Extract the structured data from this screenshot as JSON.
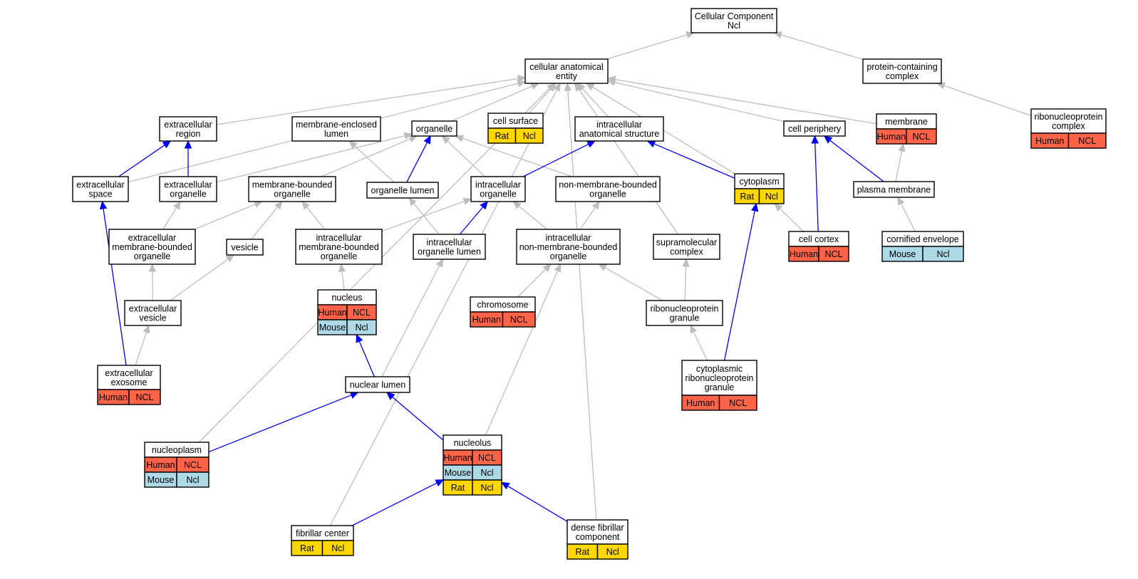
{
  "colors": {
    "human": "#ff6347",
    "mouse": "#add8e6",
    "rat": "#ffd700",
    "edge_is_a": "#bebebe",
    "edge_part_of": "#0000ff"
  },
  "nodes": {
    "cellular_component": {
      "lines": [
        "Cellular Component",
        "Ncl"
      ],
      "badges": []
    },
    "cellular_anatomical_entity": {
      "lines": [
        "cellular anatomical",
        "entity"
      ],
      "badges": []
    },
    "protein_containing_complex": {
      "lines": [
        "protein-containing",
        "complex"
      ],
      "badges": []
    },
    "ribonucleoprotein_complex": {
      "lines": [
        "ribonucleoprotein",
        "complex"
      ],
      "badges": [
        [
          "Human",
          "NCL"
        ]
      ]
    },
    "membrane": {
      "lines": [
        "membrane"
      ],
      "badges": [
        [
          "Human",
          "NCL"
        ]
      ]
    },
    "extracellular_region": {
      "lines": [
        "extracellular",
        "region"
      ],
      "badges": []
    },
    "membrane_enclosed_lumen": {
      "lines": [
        "membrane-enclosed",
        "lumen"
      ],
      "badges": []
    },
    "organelle": {
      "lines": [
        "organelle"
      ],
      "badges": []
    },
    "cell_surface": {
      "lines": [
        "cell surface"
      ],
      "badges": [
        [
          "Rat",
          "Ncl"
        ]
      ]
    },
    "intracellular_anatomical_structure": {
      "lines": [
        "intracellular",
        "anatomical structure"
      ],
      "badges": []
    },
    "cell_periphery": {
      "lines": [
        "cell periphery"
      ],
      "badges": []
    },
    "extracellular_space": {
      "lines": [
        "extracellular",
        "space"
      ],
      "badges": []
    },
    "extracellular_organelle": {
      "lines": [
        "extracellular",
        "organelle"
      ],
      "badges": []
    },
    "membrane_bounded_organelle": {
      "lines": [
        "membrane-bounded",
        "organelle"
      ],
      "badges": []
    },
    "organelle_lumen": {
      "lines": [
        "organelle lumen"
      ],
      "badges": []
    },
    "intracellular_organelle": {
      "lines": [
        "intracellular",
        "organelle"
      ],
      "badges": []
    },
    "non_membrane_bounded_organelle": {
      "lines": [
        "non-membrane-bounded",
        "organelle"
      ],
      "badges": []
    },
    "cytoplasm": {
      "lines": [
        "cytoplasm"
      ],
      "badges": [
        [
          "Rat",
          "Ncl"
        ]
      ]
    },
    "plasma_membrane": {
      "lines": [
        "plasma membrane"
      ],
      "badges": []
    },
    "extracellular_membrane_bounded_organelle": {
      "lines": [
        "extracellular",
        "membrane-bounded",
        "organelle"
      ],
      "badges": []
    },
    "vesicle": {
      "lines": [
        "vesicle"
      ],
      "badges": []
    },
    "intracellular_membrane_bounded_organelle": {
      "lines": [
        "intracellular",
        "membrane-bounded",
        "organelle"
      ],
      "badges": []
    },
    "intracellular_organelle_lumen": {
      "lines": [
        "intracellular",
        "organelle lumen"
      ],
      "badges": []
    },
    "intracellular_non_membrane_bounded_organelle": {
      "lines": [
        "intracellular",
        "non-membrane-bounded",
        "organelle"
      ],
      "badges": []
    },
    "supramolecular_complex": {
      "lines": [
        "supramolecular",
        "complex"
      ],
      "badges": []
    },
    "cell_cortex": {
      "lines": [
        "cell cortex"
      ],
      "badges": [
        [
          "Human",
          "NCL"
        ]
      ]
    },
    "cornified_envelope": {
      "lines": [
        "cornified envelope"
      ],
      "badges": [
        [
          "Mouse",
          "Ncl"
        ]
      ]
    },
    "nucleus": {
      "lines": [
        "nucleus"
      ],
      "badges": [
        [
          "Human",
          "NCL"
        ],
        [
          "Mouse",
          "Ncl"
        ]
      ]
    },
    "chromosome": {
      "lines": [
        "chromosome"
      ],
      "badges": [
        [
          "Human",
          "NCL"
        ]
      ]
    },
    "ribonucleoprotein_granule": {
      "lines": [
        "ribonucleoprotein",
        "granule"
      ],
      "badges": []
    },
    "extracellular_vesicle": {
      "lines": [
        "extracellular",
        "vesicle"
      ],
      "badges": []
    },
    "cytoplasmic_ribonucleoprotein_granule": {
      "lines": [
        "cytoplasmic",
        "ribonucleoprotein",
        "granule"
      ],
      "badges": [
        [
          "Human",
          "NCL"
        ]
      ]
    },
    "extracellular_exosome": {
      "lines": [
        "extracellular",
        "exosome"
      ],
      "badges": [
        [
          "Human",
          "NCL"
        ]
      ]
    },
    "nuclear_lumen": {
      "lines": [
        "nuclear lumen"
      ],
      "badges": []
    },
    "nucleolus": {
      "lines": [
        "nucleolus"
      ],
      "badges": [
        [
          "Human",
          "NCL"
        ],
        [
          "Mouse",
          "Ncl"
        ],
        [
          "Rat",
          "Ncl"
        ]
      ]
    },
    "nucleoplasm": {
      "lines": [
        "nucleoplasm"
      ],
      "badges": [
        [
          "Human",
          "NCL"
        ],
        [
          "Mouse",
          "Ncl"
        ]
      ]
    },
    "fibrillar_center": {
      "lines": [
        "fibrillar center"
      ],
      "badges": [
        [
          "Rat",
          "Ncl"
        ]
      ]
    },
    "dense_fibrillar_component": {
      "lines": [
        "dense fibrillar",
        "component"
      ],
      "badges": [
        [
          "Rat",
          "Ncl"
        ]
      ]
    }
  },
  "edges": [
    {
      "from": "cellular_anatomical_entity",
      "to": "cellular_component",
      "type": "is_a"
    },
    {
      "from": "protein_containing_complex",
      "to": "cellular_component",
      "type": "is_a"
    },
    {
      "from": "ribonucleoprotein_complex",
      "to": "protein_containing_complex",
      "type": "is_a"
    },
    {
      "from": "membrane",
      "to": "cellular_anatomical_entity",
      "type": "is_a"
    },
    {
      "from": "extracellular_region",
      "to": "cellular_anatomical_entity",
      "type": "is_a"
    },
    {
      "from": "organelle",
      "to": "cellular_anatomical_entity",
      "type": "is_a"
    },
    {
      "from": "cell_surface",
      "to": "cellular_anatomical_entity",
      "type": "is_a"
    },
    {
      "from": "intracellular_anatomical_structure",
      "to": "cellular_anatomical_entity",
      "type": "is_a"
    },
    {
      "from": "cell_periphery",
      "to": "cellular_anatomical_entity",
      "type": "is_a"
    },
    {
      "from": "extracellular_space",
      "to": "cellular_anatomical_entity",
      "type": "is_a"
    },
    {
      "from": "cytoplasm",
      "to": "cellular_anatomical_entity",
      "type": "is_a"
    },
    {
      "from": "supramolecular_complex",
      "to": "cellular_anatomical_entity",
      "type": "is_a"
    },
    {
      "from": "nucleoplasm",
      "to": "cellular_anatomical_entity",
      "type": "is_a"
    },
    {
      "from": "fibrillar_center",
      "to": "cellular_anatomical_entity",
      "type": "is_a"
    },
    {
      "from": "dense_fibrillar_component",
      "to": "cellular_anatomical_entity",
      "type": "is_a"
    },
    {
      "from": "extracellular_space",
      "to": "extracellular_region",
      "type": "part_of"
    },
    {
      "from": "extracellular_organelle",
      "to": "extracellular_region",
      "type": "part_of"
    },
    {
      "from": "extracellular_organelle",
      "to": "organelle",
      "type": "is_a"
    },
    {
      "from": "membrane_bounded_organelle",
      "to": "organelle",
      "type": "is_a"
    },
    {
      "from": "organelle_lumen",
      "to": "organelle",
      "type": "part_of"
    },
    {
      "from": "organelle_lumen",
      "to": "membrane_enclosed_lumen",
      "type": "is_a"
    },
    {
      "from": "intracellular_organelle",
      "to": "organelle",
      "type": "is_a"
    },
    {
      "from": "non_membrane_bounded_organelle",
      "to": "organelle",
      "type": "is_a"
    },
    {
      "from": "intracellular_organelle",
      "to": "intracellular_anatomical_structure",
      "type": "part_of"
    },
    {
      "from": "cytoplasm",
      "to": "intracellular_anatomical_structure",
      "type": "part_of"
    },
    {
      "from": "cell_cortex",
      "to": "cell_periphery",
      "type": "part_of"
    },
    {
      "from": "plasma_membrane",
      "to": "cell_periphery",
      "type": "part_of"
    },
    {
      "from": "plasma_membrane",
      "to": "membrane",
      "type": "is_a"
    },
    {
      "from": "cell_cortex",
      "to": "cytoplasm",
      "type": "is_a"
    },
    {
      "from": "cytoplasmic_ribonucleoprotein_granule",
      "to": "cytoplasm",
      "type": "part_of"
    },
    {
      "from": "cornified_envelope",
      "to": "plasma_membrane",
      "type": "is_a"
    },
    {
      "from": "extracellular_membrane_bounded_organelle",
      "to": "extracellular_organelle",
      "type": "is_a"
    },
    {
      "from": "extracellular_membrane_bounded_organelle",
      "to": "membrane_bounded_organelle",
      "type": "is_a"
    },
    {
      "from": "vesicle",
      "to": "membrane_bounded_organelle",
      "type": "is_a"
    },
    {
      "from": "intracellular_membrane_bounded_organelle",
      "to": "membrane_bounded_organelle",
      "type": "is_a"
    },
    {
      "from": "intracellular_membrane_bounded_organelle",
      "to": "intracellular_organelle",
      "type": "is_a"
    },
    {
      "from": "intracellular_organelle_lumen",
      "to": "organelle_lumen",
      "type": "is_a"
    },
    {
      "from": "intracellular_organelle_lumen",
      "to": "intracellular_organelle",
      "type": "part_of"
    },
    {
      "from": "intracellular_non_membrane_bounded_organelle",
      "to": "intracellular_organelle",
      "type": "is_a"
    },
    {
      "from": "intracellular_non_membrane_bounded_organelle",
      "to": "non_membrane_bounded_organelle",
      "type": "is_a"
    },
    {
      "from": "nucleus",
      "to": "intracellular_membrane_bounded_organelle",
      "type": "is_a"
    },
    {
      "from": "chromosome",
      "to": "intracellular_non_membrane_bounded_organelle",
      "type": "is_a"
    },
    {
      "from": "ribonucleoprotein_granule",
      "to": "intracellular_non_membrane_bounded_organelle",
      "type": "is_a"
    },
    {
      "from": "ribonucleoprotein_granule",
      "to": "supramolecular_complex",
      "type": "is_a"
    },
    {
      "from": "cytoplasmic_ribonucleoprotein_granule",
      "to": "ribonucleoprotein_granule",
      "type": "is_a"
    },
    {
      "from": "extracellular_vesicle",
      "to": "extracellular_membrane_bounded_organelle",
      "type": "is_a"
    },
    {
      "from": "extracellular_vesicle",
      "to": "vesicle",
      "type": "is_a"
    },
    {
      "from": "extracellular_exosome",
      "to": "extracellular_vesicle",
      "type": "is_a"
    },
    {
      "from": "extracellular_exosome",
      "to": "extracellular_space",
      "type": "part_of"
    },
    {
      "from": "nuclear_lumen",
      "to": "intracellular_organelle_lumen",
      "type": "is_a"
    },
    {
      "from": "nuclear_lumen",
      "to": "nucleus",
      "type": "part_of"
    },
    {
      "from": "nucleoplasm",
      "to": "nuclear_lumen",
      "type": "part_of"
    },
    {
      "from": "nucleolus",
      "to": "nuclear_lumen",
      "type": "part_of"
    },
    {
      "from": "nucleolus",
      "to": "intracellular_non_membrane_bounded_organelle",
      "type": "is_a"
    },
    {
      "from": "fibrillar_center",
      "to": "nucleolus",
      "type": "part_of"
    },
    {
      "from": "dense_fibrillar_component",
      "to": "nucleolus",
      "type": "part_of"
    }
  ]
}
